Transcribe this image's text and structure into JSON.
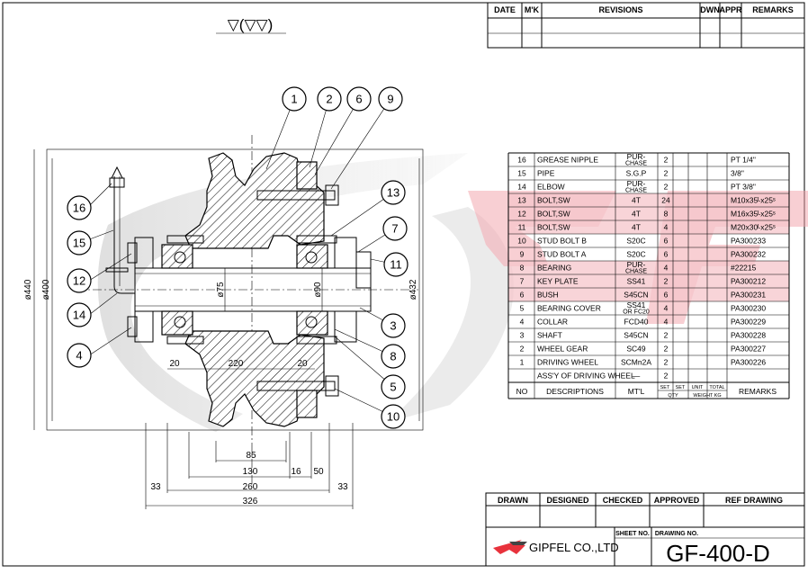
{
  "surface_symbol": "▽(▽▽)",
  "revisions": {
    "headers": [
      "DATE",
      "M'K",
      "REVISIONS",
      "DWN",
      "APPR",
      "REMARKS"
    ]
  },
  "callouts": [
    "1",
    "2",
    "6",
    "9",
    "13",
    "7",
    "11",
    "3",
    "8",
    "5",
    "10",
    "16",
    "15",
    "12",
    "14",
    "4"
  ],
  "dimensions": {
    "d440": "ø440",
    "d400": "ø400",
    "d432": "ø432",
    "d75": "ø75",
    "d90": "ø90",
    "r20a": "20",
    "r220": "220",
    "r20b": "20",
    "w85": "85",
    "w130": "130",
    "w16": "16",
    "w50": "50",
    "l33a": "33",
    "w260": "260",
    "l33b": "33",
    "w326": "326"
  },
  "bom": {
    "rows": [
      {
        "no": "16",
        "desc": "GREASE NIPPLE",
        "mat": "PUR-CHASE",
        "set": "2",
        "unit": "",
        "total": "",
        "rem": "PT 1/4\"",
        "hl": false
      },
      {
        "no": "15",
        "desc": "PIPE",
        "mat": "S.G.P",
        "set": "2",
        "unit": "",
        "total": "",
        "rem": "3/8\"",
        "hl": false
      },
      {
        "no": "14",
        "desc": "ELBOW",
        "mat": "PUR-CHASE",
        "set": "2",
        "unit": "",
        "total": "",
        "rem": "PT 3/8\"",
        "hl": false
      },
      {
        "no": "13",
        "desc": "BOLT,SW",
        "mat": "4T",
        "set": "24",
        "unit": "",
        "total": "",
        "rem": "M10x35ᴸx25ˢ",
        "hl": true
      },
      {
        "no": "12",
        "desc": "BOLT,SW",
        "mat": "4T",
        "set": "8",
        "unit": "",
        "total": "",
        "rem": "M16x35ᴸx25ˢ",
        "hl": true
      },
      {
        "no": "11",
        "desc": "BOLT,SW",
        "mat": "4T",
        "set": "4",
        "unit": "",
        "total": "",
        "rem": "M20x30ᴸx25ˢ",
        "hl": true
      },
      {
        "no": "10",
        "desc": "STUD BOLT B",
        "mat": "S20C",
        "set": "6",
        "unit": "",
        "total": "",
        "rem": "PA300233",
        "hl": false
      },
      {
        "no": "9",
        "desc": "STUD BOLT A",
        "mat": "S20C",
        "set": "6",
        "unit": "",
        "total": "",
        "rem": "PA300232",
        "hl": false
      },
      {
        "no": "8",
        "desc": "BEARING",
        "mat": "PUR-CHASE",
        "set": "4",
        "unit": "",
        "total": "",
        "rem": "#22215",
        "hl": true
      },
      {
        "no": "7",
        "desc": "KEY PLATE",
        "mat": "SS41",
        "set": "2",
        "unit": "",
        "total": "",
        "rem": "PA300212",
        "hl": true
      },
      {
        "no": "6",
        "desc": "BUSH",
        "mat": "S45CN",
        "set": "6",
        "unit": "",
        "total": "",
        "rem": "PA300231",
        "hl": true
      },
      {
        "no": "5",
        "desc": "BEARING COVER",
        "mat": "SS41 OR FC20",
        "set": "4",
        "unit": "",
        "total": "",
        "rem": "PA300230",
        "hl": false
      },
      {
        "no": "4",
        "desc": "COLLAR",
        "mat": "FCD40",
        "set": "4",
        "unit": "",
        "total": "",
        "rem": "PA300229",
        "hl": false
      },
      {
        "no": "3",
        "desc": "SHAFT",
        "mat": "S45CN",
        "set": "2",
        "unit": "",
        "total": "",
        "rem": "PA300228",
        "hl": false
      },
      {
        "no": "2",
        "desc": "WHEEL GEAR",
        "mat": "SC49",
        "set": "2",
        "unit": "",
        "total": "",
        "rem": "PA300227",
        "hl": false
      },
      {
        "no": "1",
        "desc": "DRIVING WHEEL",
        "mat": "SCMn2A",
        "set": "2",
        "unit": "",
        "total": "",
        "rem": "PA300226",
        "hl": false
      },
      {
        "no": "",
        "desc": "ASS'Y OF DRIVING WHEEL",
        "mat": "—",
        "set": "2",
        "unit": "",
        "total": "",
        "rem": "",
        "hl": false
      }
    ],
    "header": {
      "no": "NO",
      "desc": "DESCRIPTIONS",
      "mat": "MT'L",
      "set1": "SET",
      "set2": "SET",
      "unit": "UNIT",
      "total": "TOTAL",
      "qty": "QTY",
      "weight": "WEIGHT KG",
      "remarks": "REMARKS"
    }
  },
  "title_block": {
    "headers": [
      "DRAWN",
      "DESIGNED",
      "CHECKED",
      "APPROVED",
      "REF DRAWING"
    ],
    "sheet_no_label": "SHEET NO.",
    "drawing_no_label": "DRAWING NO.",
    "company": "GIPFEL CO.,LTD",
    "drawing_no": "GF-400-D"
  }
}
